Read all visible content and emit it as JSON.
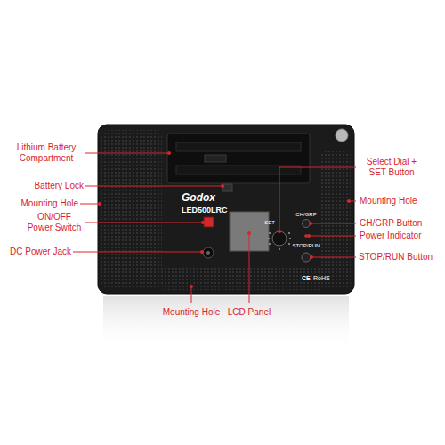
{
  "diagram": {
    "labels": [
      "Lithium Battery Compartment",
      "Battery Lock",
      "Mounting Hole",
      "ON/OFF Power Switch",
      "DC Power Jack",
      "Select Dial + SET Button",
      "Mounting Hole",
      "CH/GRP Button",
      "Power Indicator",
      "STOP/RUN Button",
      "Mounting Hole",
      "LCD Panel",
      "Godox",
      "LED500LRC",
      "SET",
      "CH/GRP",
      "STOP/RUN",
      "CE",
      "RoHS"
    ]
  }
}
